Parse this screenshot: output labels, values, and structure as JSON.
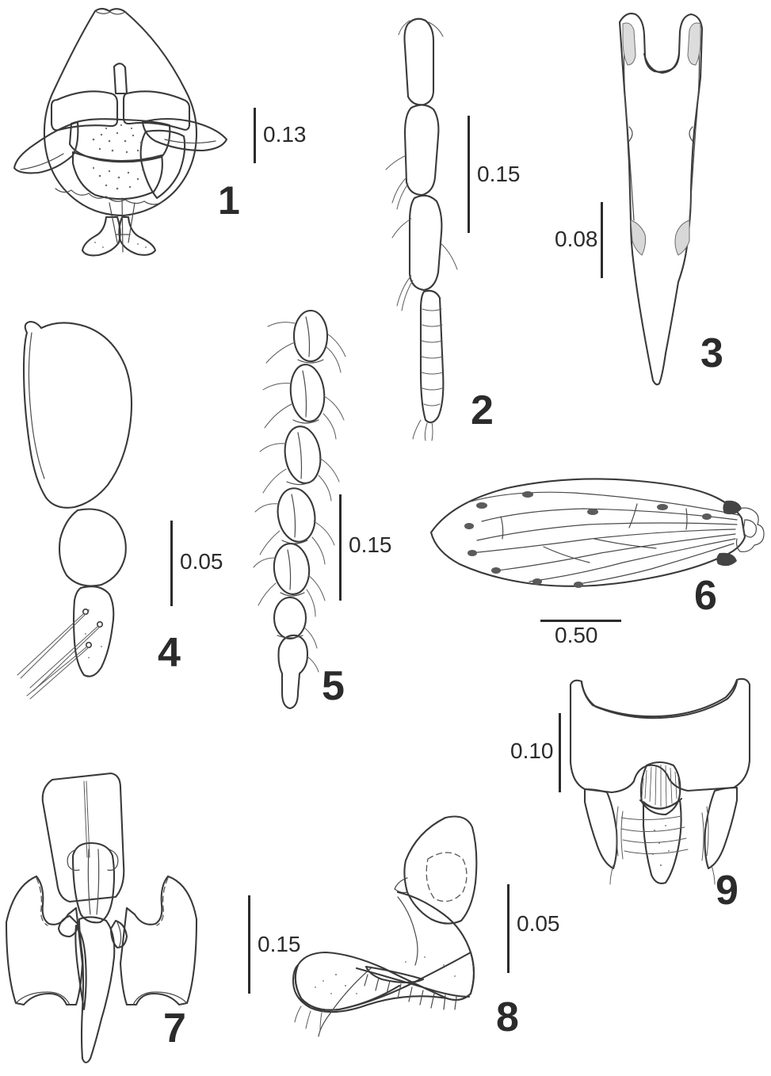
{
  "plate": {
    "title": "Morphological plate, figures 1-9",
    "background_color": "#ffffff",
    "ink_color": "#2b2b2b",
    "figure_count": 9
  },
  "figures": [
    {
      "number": "1",
      "subject": "head-capsule-frontal",
      "description": "Head in frontal view with compound eyes, clypeus, labrum and mandibles",
      "scale_value": "0.13",
      "scale_orientation": "vertical",
      "label_side": "right"
    },
    {
      "number": "2",
      "subject": "maxillary-palp",
      "description": "Maxillary palp, four segments with setae",
      "scale_value": "0.15",
      "scale_orientation": "vertical",
      "label_side": "right"
    },
    {
      "number": "3",
      "subject": "tentorium-sclerite",
      "description": "Forked elongate sclerite tapering to a point",
      "scale_value": "0.08",
      "scale_orientation": "vertical",
      "label_side": "left"
    },
    {
      "number": "4",
      "subject": "labial-palp",
      "description": "Labial palp, three segments, apical segment with long setae",
      "scale_value": "0.05",
      "scale_orientation": "vertical",
      "label_side": "right"
    },
    {
      "number": "5",
      "subject": "antenna",
      "description": "Antenna with seven segments bearing long setae",
      "scale_value": "0.15",
      "scale_orientation": "vertical",
      "label_side": "right"
    },
    {
      "number": "6",
      "subject": "wing",
      "description": "Wing showing venation and costal margin",
      "scale_value": "0.50",
      "scale_orientation": "horizontal",
      "label_side": "below"
    },
    {
      "number": "7",
      "subject": "male-genitalia",
      "description": "Male genitalia with paired parameres and median aedeagus",
      "scale_value": "0.15",
      "scale_orientation": "vertical",
      "label_side": "right"
    },
    {
      "number": "8",
      "subject": "mandible",
      "description": "Mandible in lateral view with dentate cutting edge",
      "scale_value": "0.05",
      "scale_orientation": "vertical",
      "label_side": "right"
    },
    {
      "number": "9",
      "subject": "subgenital-plate",
      "description": "Subgenital plate with median process and lateral lobes",
      "scale_value": "0.10",
      "scale_orientation": "vertical",
      "label_side": "left"
    }
  ]
}
